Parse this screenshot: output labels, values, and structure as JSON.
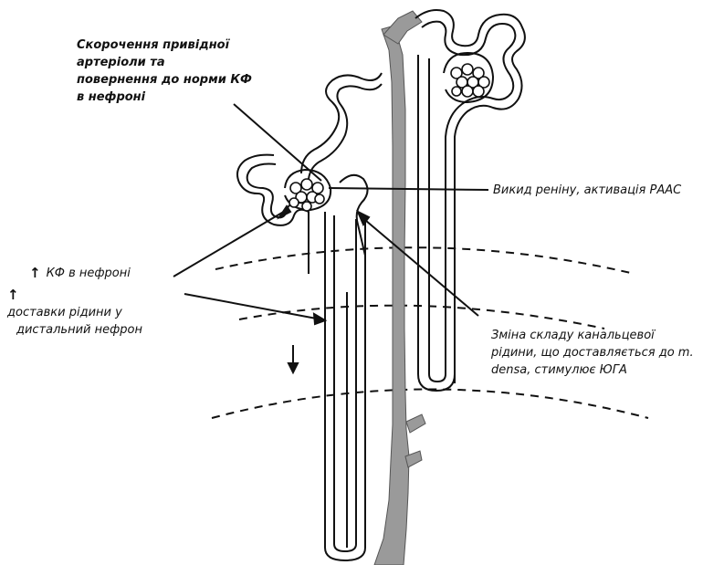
{
  "labels": {
    "arteriole_contraction": [
      "Скорочення привідної",
      "артеріоли та",
      "повернення до норми КФ",
      "в нефроні"
    ],
    "renin_release": "Викид реніну, активація РААС",
    "gfr_increase": "КФ в нефроні",
    "fluid_delivery": [
      "доставки рідини у",
      "дистальний нефрон"
    ],
    "macula_densa": [
      "Зміна складу канальцевої",
      "рідини, що доставляється до m.",
      "densa, стимулює ЮГА"
    ]
  },
  "icons": {
    "increase_arrow": "↑"
  },
  "colors": {
    "line": "#111111",
    "collecting_duct": "#9a9a9a"
  }
}
